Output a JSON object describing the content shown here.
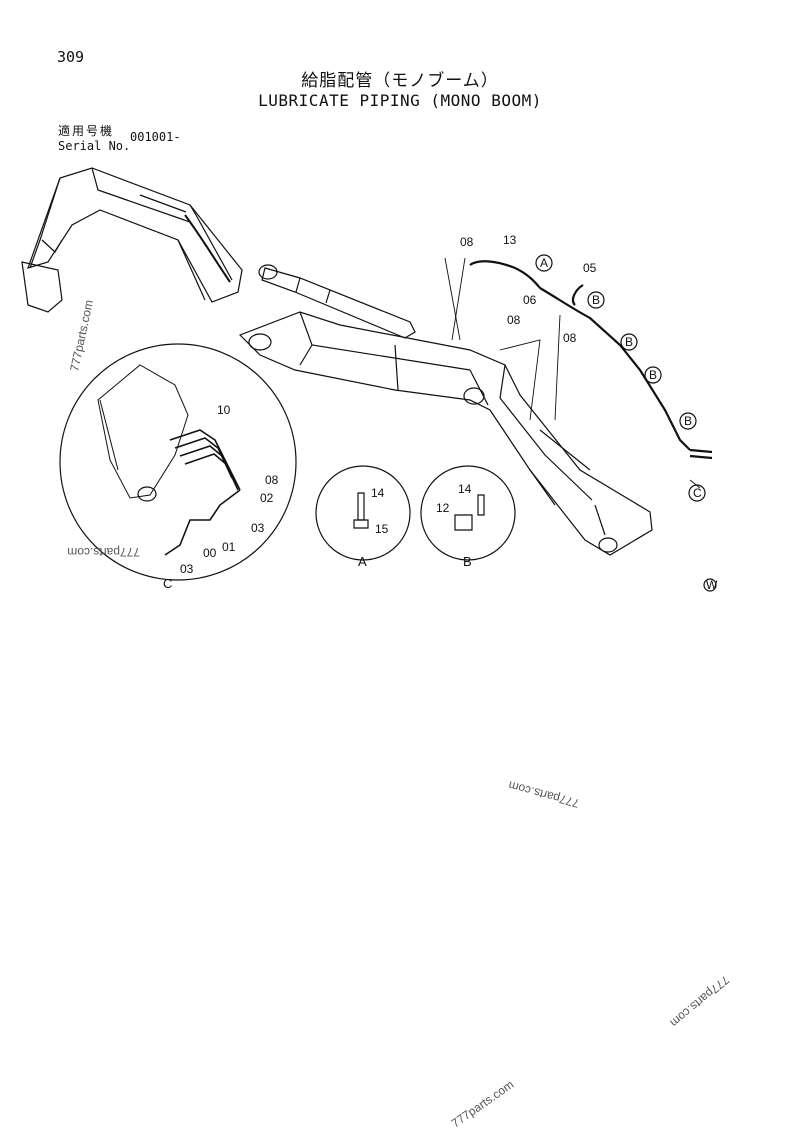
{
  "header": {
    "page_number": "309",
    "title_jp": "給脂配管（モノブーム）",
    "title_en": "LUBRICATE PIPING (MONO BOOM)",
    "serial_label_jp": "適用号機",
    "serial_label_en": "Serial No.",
    "serial_value": "001001-"
  },
  "callouts": {
    "main": [
      "08",
      "13",
      "05",
      "06",
      "08",
      "08"
    ],
    "bubble_a": "A",
    "bubble_b": "B",
    "bubble_c": "C"
  },
  "detail_c": {
    "title": "C",
    "parts": [
      "10",
      "08",
      "02",
      "03",
      "01",
      "00",
      "03"
    ]
  },
  "detail_a": {
    "title": "A",
    "parts": [
      "14",
      "15"
    ]
  },
  "detail_b": {
    "title": "B",
    "parts": [
      "14",
      "12"
    ]
  },
  "w_mark": "W",
  "watermarks": [
    "777parts.com",
    "777parts.com",
    "777parts.com",
    "777parts.com",
    "777parts.com"
  ]
}
